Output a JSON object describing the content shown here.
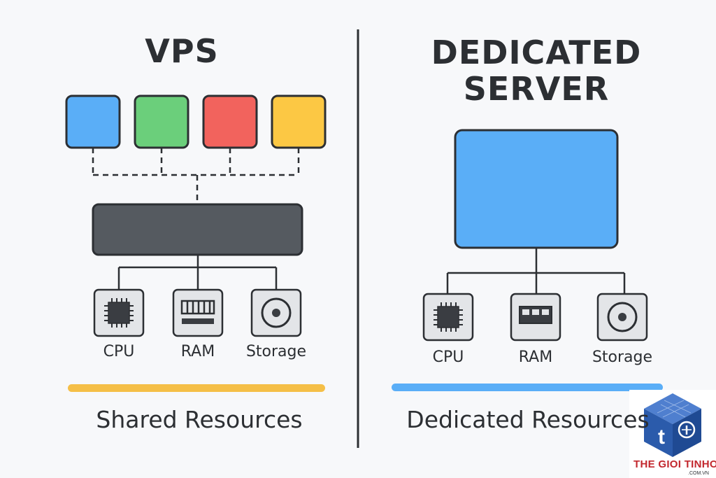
{
  "vps": {
    "title": "VPS",
    "cpu_label": "CPU",
    "ram_label": "RAM",
    "storage_label": "Storage",
    "caption": "Shared Resources",
    "vm_colors": [
      "#5aaef7",
      "#6bcf7b",
      "#f2635d",
      "#fcc844"
    ],
    "hypervisor_color": "#555a60",
    "bar_color": "#f5bf47"
  },
  "dedicated": {
    "title_line1": "DEDICATED",
    "title_line2": "SERVER",
    "cpu_label": "CPU",
    "ram_label": "RAM",
    "storage_label": "Storage",
    "caption": "Dedicated Resources",
    "server_color": "#5aaef7",
    "bar_color": "#5aaef7"
  },
  "logo": {
    "brand_part1": "THE GIOI",
    "brand_part2": " TINHOC",
    "domain": ".COM.VN",
    "brand_color": "#c2272d",
    "cube_color": "#2b5bab"
  },
  "icons": [
    "cpu-chip-icon",
    "ram-module-icon",
    "storage-disk-icon"
  ]
}
